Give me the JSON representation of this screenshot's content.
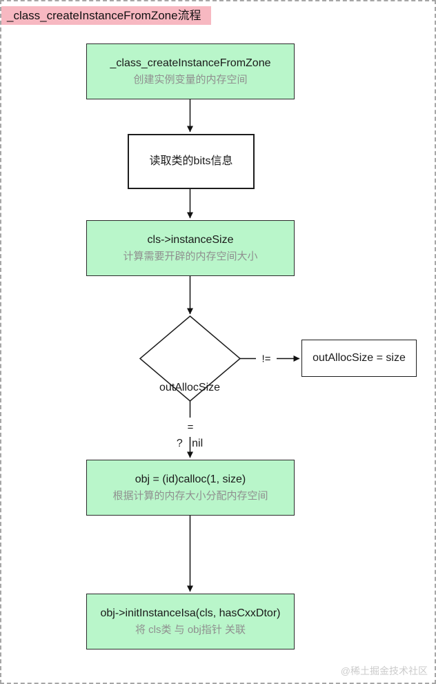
{
  "page": {
    "title": "_class_createInstanceFromZone流程",
    "watermark": "@稀土掘金技术社区"
  },
  "colors": {
    "title_highlight": "#f7b8c1",
    "process_fill_green": "#b9f6ca",
    "process_fill_white": "#ffffff",
    "border": "#1c1c1c",
    "subtitle_gray": "#8f8f8f",
    "page_dashed_border": "#a6a6a6",
    "watermark_gray": "#cbcbcb"
  },
  "flowchart": {
    "nodes": [
      {
        "id": "create-instance",
        "shape": "rect-green",
        "line1": "_class_createInstanceFromZone",
        "line2": "创建实例变量的内存空间"
      },
      {
        "id": "read-bits",
        "shape": "rect-white",
        "line1": "读取类的bits信息"
      },
      {
        "id": "instance-size",
        "shape": "rect-green",
        "line1": "cls->instanceSize",
        "line2": "计算需要开辟的内存空间大小"
      },
      {
        "id": "out-alloc-decision",
        "shape": "diamond",
        "line1": "outAllocSize",
        "line2": "?   nil"
      },
      {
        "id": "out-alloc-assign",
        "shape": "rect-white",
        "line1": "outAllocSize = size"
      },
      {
        "id": "calloc",
        "shape": "rect-green",
        "line1": "obj = (id)calloc(1, size)",
        "line2": "根据计算的内存大小分配内存空间"
      },
      {
        "id": "init-isa",
        "shape": "rect-green",
        "line1": "obj->initInstanceIsa(cls, hasCxxDtor)",
        "line2": "将 cls类 与 obj指针 关联"
      }
    ],
    "edge_labels": {
      "not_equal": "!=",
      "equal": "="
    }
  }
}
